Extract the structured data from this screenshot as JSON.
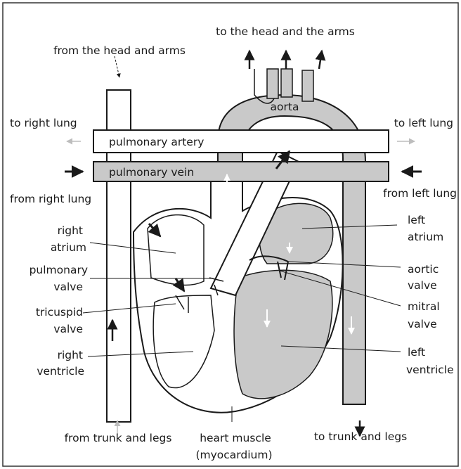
{
  "labels": {
    "top_arms": "to the head and the arms",
    "from_head": "from the head and arms",
    "aorta": "aorta",
    "to_right_lung": "to right lung",
    "to_left_lung": "to left lung",
    "pulmonary_artery": "pulmonary artery",
    "pulmonary_vein": "pulmonary vein",
    "from_right_lung": "from right lung",
    "from_left_lung": "from left lung",
    "right_atrium_1": "right",
    "right_atrium_2": "atrium",
    "pulmonary_valve_1": "pulmonary",
    "pulmonary_valve_2": "valve",
    "tricuspid_valve_1": "tricuspid",
    "tricuspid_valve_2": "valve",
    "right_ventricle_1": "right",
    "right_ventricle_2": "ventricle",
    "left_atrium_1": "left",
    "left_atrium_2": "atrium",
    "aortic_valve_1": "aortic",
    "aortic_valve_2": "valve",
    "mitral_valve_1": "mitral",
    "mitral_valve_2": "valve",
    "left_ventricle_1": "left",
    "left_ventricle_2": "ventricle",
    "from_trunk": "from trunk and legs",
    "heart_muscle_1": "heart muscle",
    "heart_muscle_2": "(myocardium)",
    "to_trunk": "to trunk and legs"
  },
  "colors": {
    "oxygenated_fill": "#c9c9c9",
    "outline": "#1a1a1a",
    "background": "#ffffff"
  }
}
